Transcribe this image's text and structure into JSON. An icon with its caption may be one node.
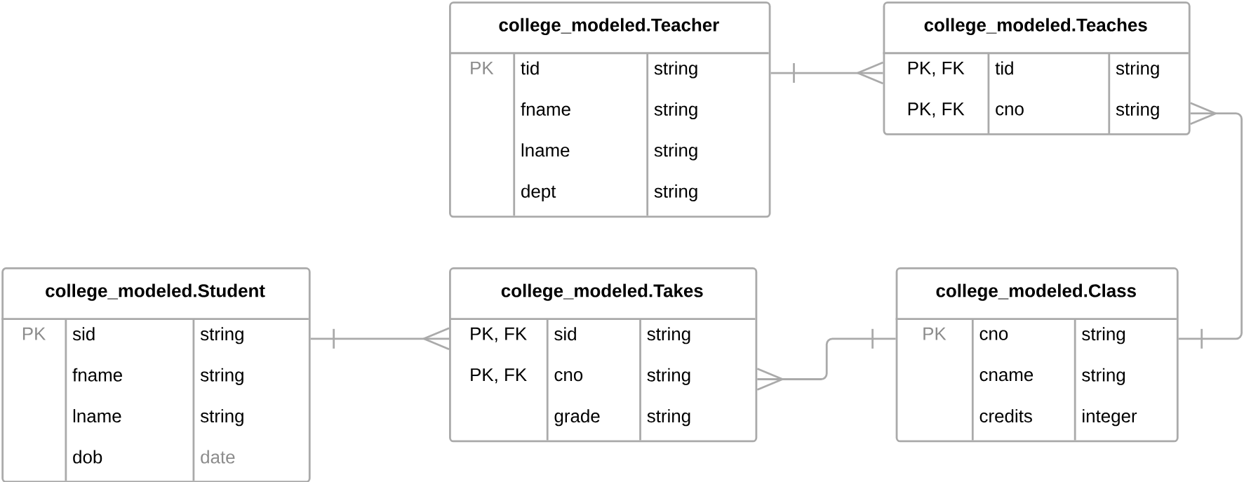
{
  "diagram": {
    "nodes": [
      {
        "text": [
          "college_modeled.Teacher",
          "PK",
          "tid",
          "string",
          "fname",
          "string",
          "lname",
          "string",
          "dept",
          "string"
        ]
      },
      {
        "text": [
          "college_modeled.Teaches",
          "PK, FK",
          "tid",
          "string",
          "PK, FK",
          "cno",
          "string"
        ]
      },
      {
        "text": [
          "college_modeled.Student",
          "PK",
          "sid",
          "string",
          "fname",
          "string",
          "lname",
          "string",
          "dob",
          "date"
        ]
      },
      {
        "text": [
          "college_modeled.Takes",
          "PK, FK",
          "sid",
          "string",
          "PK, FK",
          "cno",
          "string",
          "grade",
          "string"
        ]
      },
      {
        "text": [
          "college_modeled.Class",
          "PK",
          "cno",
          "string",
          "cname",
          "string",
          "credits",
          "integer"
        ]
      }
    ],
    "edges": [
      {
        "from": 0,
        "to": 1,
        "arrow": "other"
      },
      {
        "from": 4,
        "to": 1,
        "arrow": "other"
      },
      {
        "from": 2,
        "to": 3,
        "arrow": "other"
      },
      {
        "from": 4,
        "to": 3,
        "arrow": "other"
      }
    ]
  }
}
